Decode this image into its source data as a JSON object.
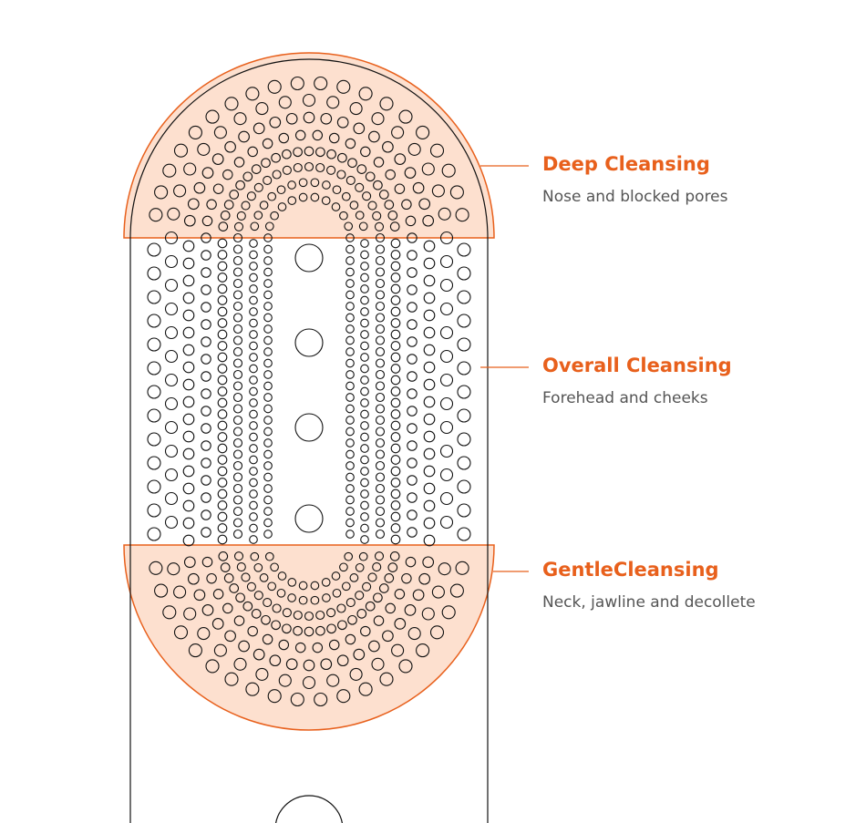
{
  "colors": {
    "accent": "#e8601c",
    "zone_fill": "#fde0cf",
    "outline": "#111111",
    "subtext": "#555555"
  },
  "zones": [
    {
      "title": "Deep Cleansing",
      "description": "Nose and blocked pores"
    },
    {
      "title": "Overall Cleansing",
      "description": "Forehead and cheeks"
    },
    {
      "title": "GentleCleansing",
      "description": "Neck, jawline and decollete"
    }
  ]
}
